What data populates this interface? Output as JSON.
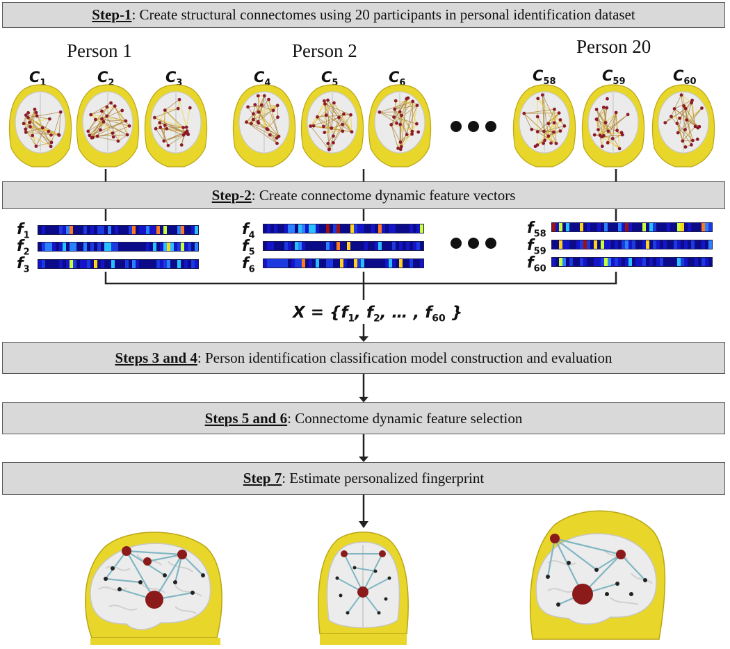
{
  "step1": {
    "label": "Step-1",
    "text": ": Create structural connectomes using 20 participants in personal identification dataset"
  },
  "step2": {
    "label": "Step-2",
    "text": ": Create connectome dynamic feature vectors"
  },
  "step34": {
    "label": "Steps 3 and 4",
    "text": ": Person identification classification model construction and evaluation"
  },
  "step56": {
    "label": "Steps 5 and 6",
    "text": ": Connectome dynamic feature selection"
  },
  "step7": {
    "label": "Step 7",
    "text": ": Estimate personalized fingerprint"
  },
  "persons": [
    "Person 1",
    "Person 2",
    "Person 20"
  ],
  "connectomes": [
    {
      "base": "C",
      "sub": "1"
    },
    {
      "base": "C",
      "sub": "2"
    },
    {
      "base": "C",
      "sub": "3"
    },
    {
      "base": "C",
      "sub": "4"
    },
    {
      "base": "C",
      "sub": "5"
    },
    {
      "base": "C",
      "sub": "6"
    },
    {
      "base": "C",
      "sub": "58"
    },
    {
      "base": "C",
      "sub": "59"
    },
    {
      "base": "C",
      "sub": "60"
    }
  ],
  "features": [
    {
      "base": "f",
      "sub": "1"
    },
    {
      "base": "f",
      "sub": "2"
    },
    {
      "base": "f",
      "sub": "3"
    },
    {
      "base": "f",
      "sub": "4"
    },
    {
      "base": "f",
      "sub": "5"
    },
    {
      "base": "f",
      "sub": "6"
    },
    {
      "base": "f",
      "sub": "58"
    },
    {
      "base": "f",
      "sub": "59"
    },
    {
      "base": "f",
      "sub": "60"
    }
  ],
  "formula": {
    "prefix": "X = {",
    "f1": "f",
    "s1": "1",
    "sep1": ", ",
    "f2": "f",
    "s2": "2",
    "mid": ", … , ",
    "f3": "f",
    "s3": "60",
    "suffix": " }"
  },
  "colors": {
    "box": "#d9d9d9",
    "head": "#e6d02a",
    "brain": "#e9e9e9",
    "node": "#8b1a1a",
    "edge_small": "#c8a020",
    "edge_large": "#7fb6c2",
    "bar_bg": "#1a1aa0"
  }
}
